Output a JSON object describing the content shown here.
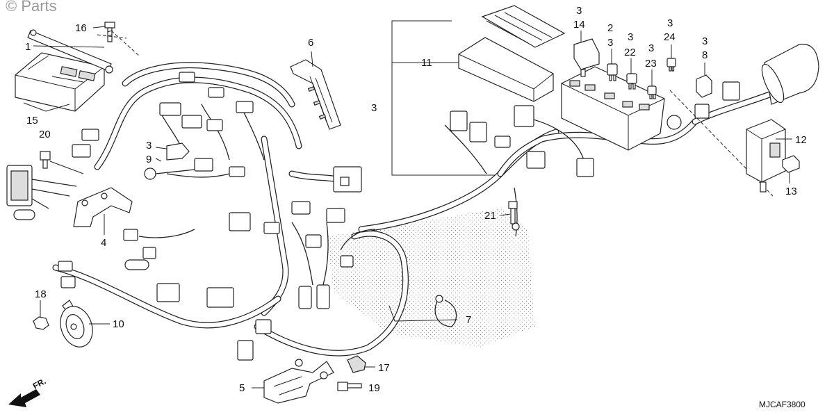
{
  "watermark": "© Parts",
  "diagram_code": "MJCAF3800",
  "direction_label": "FR.",
  "callouts": {
    "c1": "1",
    "c16": "16",
    "c15": "15",
    "c20": "20",
    "c4": "4",
    "c3a": "3",
    "c9": "9",
    "c6": "6",
    "c11": "11",
    "c3main": "3",
    "c3_14": "3",
    "c14": "14",
    "c2": "2",
    "c3_2": "3",
    "c3_22": "3",
    "c22": "22",
    "c3_23": "3",
    "c23": "23",
    "c3_24": "3",
    "c24": "24",
    "c3_8": "3",
    "c8": "8",
    "c12": "12",
    "c13": "13",
    "c21": "21",
    "c18": "18",
    "c10": "10",
    "c7": "7",
    "c17": "17",
    "c19": "19",
    "c5": "5"
  },
  "icons": {
    "fr_arrow": "fr-arrow-icon"
  }
}
